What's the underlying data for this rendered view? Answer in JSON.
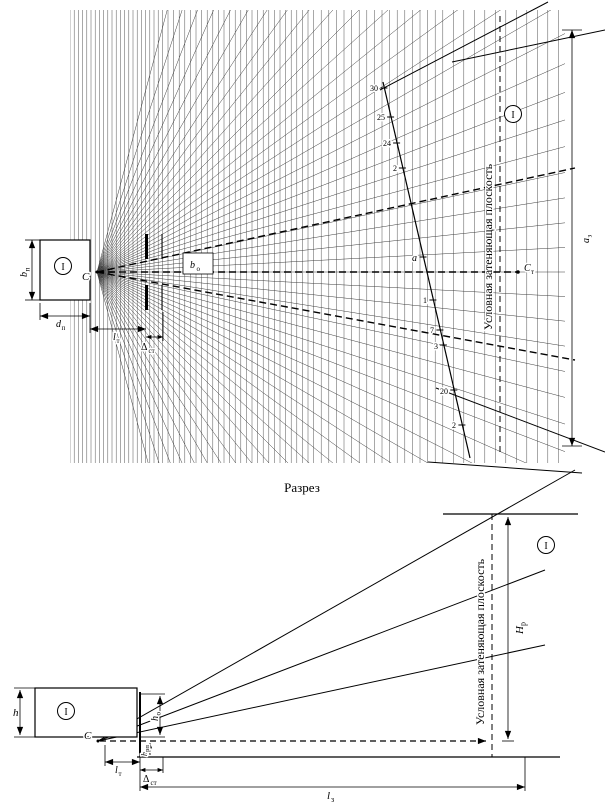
{
  "plan": {
    "room_marker": "I",
    "building_marker": "I",
    "point_c": "C",
    "point_ct": {
      "main": "C",
      "sub": "т"
    },
    "dims": {
      "bp": {
        "main": "b",
        "sub": "п"
      },
      "dp": {
        "main": "d",
        "sub": "п"
      },
      "lt": {
        "main": "l",
        "sub": "т"
      },
      "dst": {
        "main": "Δ",
        "sub": "ст"
      },
      "bo": {
        "main": "b",
        "sub": "о"
      },
      "az": {
        "main": "a",
        "sub": "з"
      }
    },
    "shading_plane_label": "Условная затеняющая плоскость",
    "ticks": [
      "30",
      "25",
      "24",
      "2",
      "a",
      "1",
      "7",
      "3",
      "20",
      "2"
    ]
  },
  "section": {
    "caption": "Разрез",
    "room_marker": "I",
    "building_marker": "I",
    "point_c": "C",
    "dims": {
      "h": "h",
      "ho": {
        "main": "h",
        "sub": "о"
      },
      "hrp": {
        "main": "h",
        "sub": "рп"
      },
      "lt": {
        "main": "l",
        "sub": "т"
      },
      "dst": {
        "main": "Δ",
        "sub": "ст"
      },
      "lz": {
        "main": "l",
        "sub": "з"
      },
      "hr": {
        "main": "H",
        "sub": "р"
      }
    },
    "shading_plane_label": "Условная затеняющая плоскость"
  }
}
